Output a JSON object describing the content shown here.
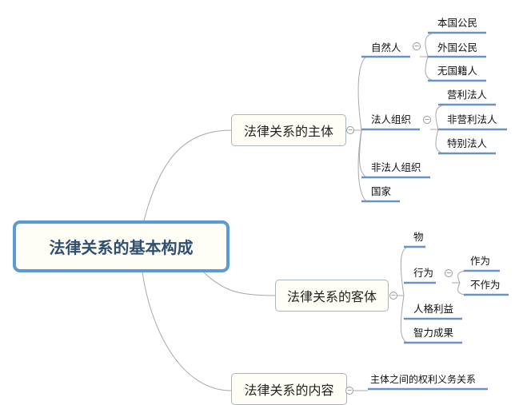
{
  "root": {
    "label": "法律关系的基本构成"
  },
  "subject": {
    "label": "法律关系的主体",
    "natural_person": {
      "label": "自然人",
      "children": [
        "本国公民",
        "外国公民",
        "无国籍人"
      ]
    },
    "legal_person": {
      "label": "法人组织",
      "children": [
        "营利法人",
        "非营利法人",
        "特别法人"
      ]
    },
    "unincorporated": {
      "label": "非法人组织"
    },
    "state": {
      "label": "国家"
    }
  },
  "object": {
    "label": "法律关系的客体",
    "thing": {
      "label": "物"
    },
    "behavior": {
      "label": "行为",
      "children": [
        "作为",
        "不作为"
      ]
    },
    "personality": {
      "label": "人格利益"
    },
    "intellectual": {
      "label": "智力成果"
    }
  },
  "content": {
    "label": "法律关系的内容",
    "children": [
      "主体之间的权利义务关系"
    ]
  },
  "colors": {
    "root_border": "#5b9bd5",
    "underline": "#6a93c0",
    "connector": "#a0a0a0"
  }
}
